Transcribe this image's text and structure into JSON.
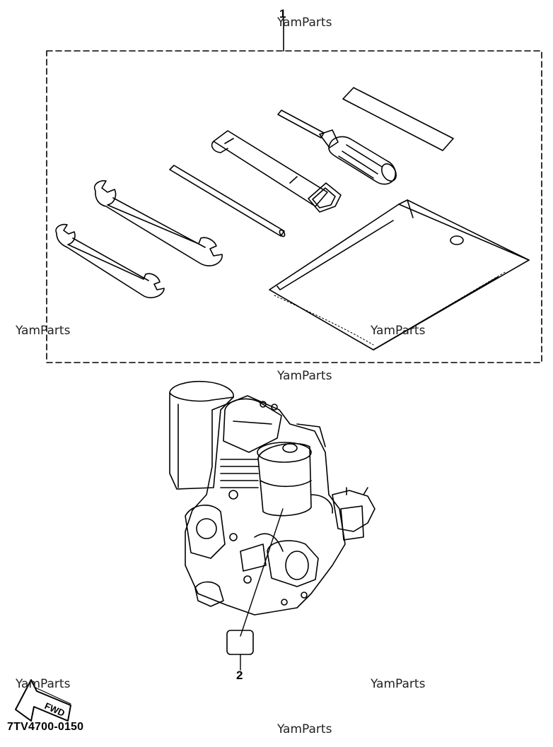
{
  "watermark": "YamParts",
  "diagram_code": "7TV4700-0150",
  "callouts": {
    "item1": "1",
    "item2": "2"
  },
  "fwd_label": "FWD",
  "icons": [
    "fwd-arrow-icon"
  ]
}
